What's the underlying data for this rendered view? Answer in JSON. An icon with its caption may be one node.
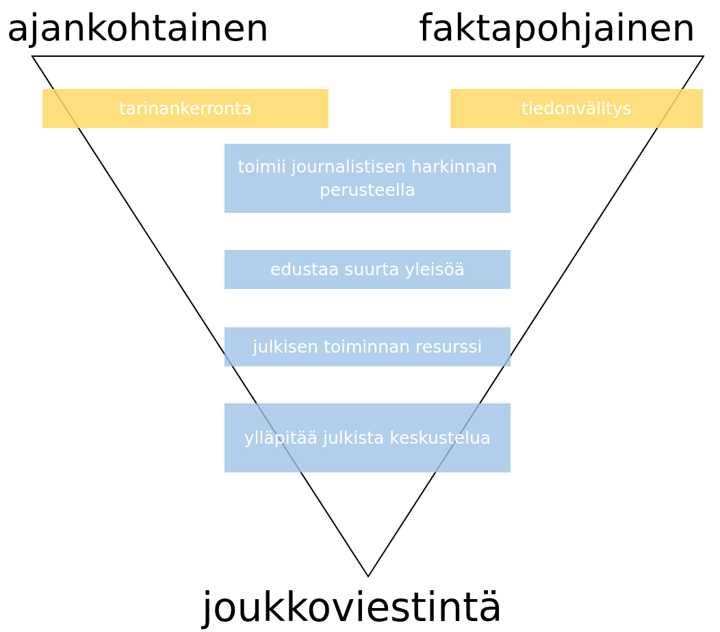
{
  "diagram": {
    "nodes": [
      {
        "text": [
          "tarinankerronta"
        ]
      },
      {
        "text": [
          "tiedonvälitys"
        ]
      },
      {
        "text": [
          "toimii journalistisen harkinnan perusteella"
        ]
      },
      {
        "text": [
          "edustaa suurta yleisöä"
        ]
      },
      {
        "text": [
          "julkisen toiminnan resurssi"
        ]
      },
      {
        "text": [
          "ylläpitää julkista keskustelua"
        ]
      }
    ],
    "labels": [
      "ajankohtainen",
      "faktapohjainen",
      "joukkoviestintä"
    ]
  }
}
